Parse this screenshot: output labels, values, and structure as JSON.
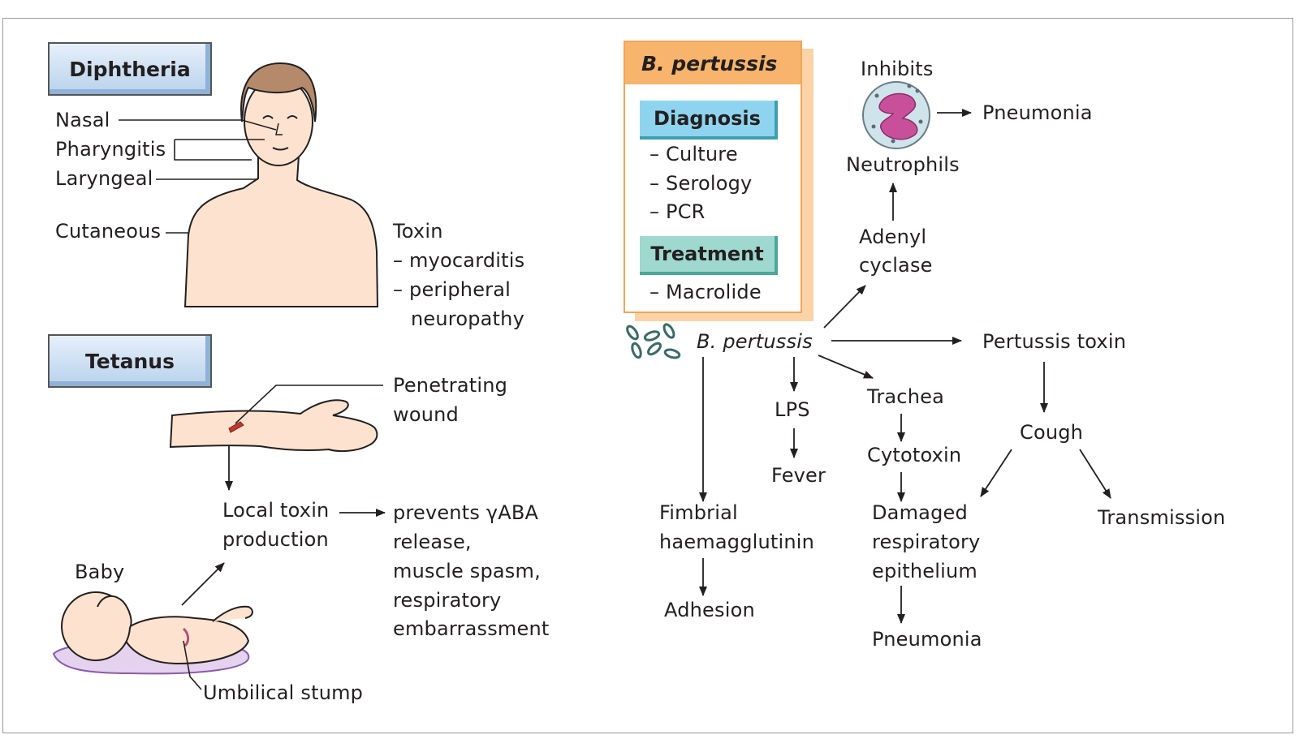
{
  "diphtheria": {
    "title": "Diphtheria",
    "nasal": "Nasal",
    "pharyngitis": "Pharyngitis",
    "laryngeal": "Laryngeal",
    "cutaneous": "Cutaneous",
    "toxin": "Toxin",
    "toxin_effect_1": "– myocarditis",
    "toxin_effect_2a": "– peripheral",
    "toxin_effect_2b": "neuropathy"
  },
  "tetanus": {
    "title": "Tetanus",
    "wound_1": "Penetrating",
    "wound_2": "wound",
    "local_1": "Local toxin",
    "local_2": "production",
    "effect_1": "prevents γABA",
    "effect_2": "release,",
    "effect_3": "muscle spasm,",
    "effect_4": "respiratory",
    "effect_5": "embarrassment",
    "baby": "Baby",
    "umbilical": "Umbilical stump"
  },
  "pertussis": {
    "panel_title": "B. pertussis",
    "diagnosis_label": "Diagnosis",
    "diagnosis_items": [
      "– Culture",
      "– Serology",
      "– PCR"
    ],
    "treatment_label": "Treatment",
    "treatment_items": [
      "– Macrolide"
    ],
    "organism": "B. pertussis",
    "inhibits": "Inhibits",
    "neutrophils": "Neutrophils",
    "pneumonia_top": "Pneumonia",
    "adenyl_1": "Adenyl",
    "adenyl_2": "cyclase",
    "pertussis_toxin": "Pertussis toxin",
    "lps": "LPS",
    "fever": "Fever",
    "trachea": "Trachea",
    "cytotoxin": "Cytotoxin",
    "damaged_1": "Damaged",
    "damaged_2": "respiratory",
    "damaged_3": "epithelium",
    "pneumonia_bottom": "Pneumonia",
    "cough": "Cough",
    "transmission": "Transmission",
    "fimbrial_1": "Fimbrial",
    "fimbrial_2": "haemagglutinin",
    "adhesion": "Adhesion"
  },
  "colors": {
    "skin": "#fde3cf",
    "panel_orange": "#f8b46c",
    "diagnosis_blue": "#8fd4ee",
    "treatment_teal": "#9ed8cf",
    "title_blue": "#c9ddf2",
    "neutrophil_purple": "#c8509a"
  }
}
